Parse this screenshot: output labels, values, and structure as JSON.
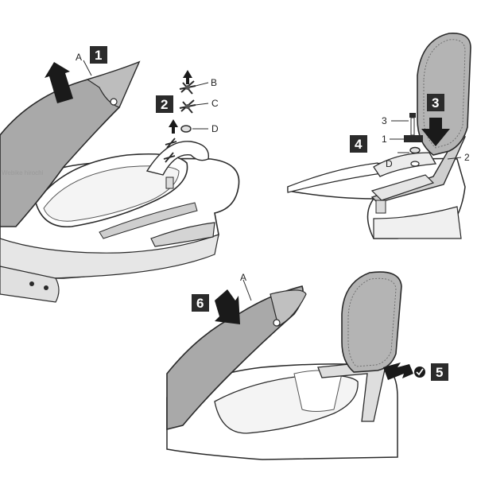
{
  "watermark": "Webike hirochi",
  "steps": {
    "s1": "1",
    "s2": "2",
    "s3": "3",
    "s4": "4",
    "s5": "5",
    "s6": "6"
  },
  "part_labels": {
    "A_top": "A",
    "B": "B",
    "C": "C",
    "D_top": "D",
    "n3": "3",
    "n1": "1",
    "D_right": "D",
    "n2": "2",
    "A_bottom": "A"
  },
  "colors": {
    "line": "#2a2a2a",
    "seat_gray": "#a9a9a9",
    "backrest_gray": "#b4b4b4",
    "body_white": "#ffffff",
    "light_gray": "#e2e2e2",
    "arrow": "#1a1a1a",
    "badge": "#2b2b2b"
  }
}
